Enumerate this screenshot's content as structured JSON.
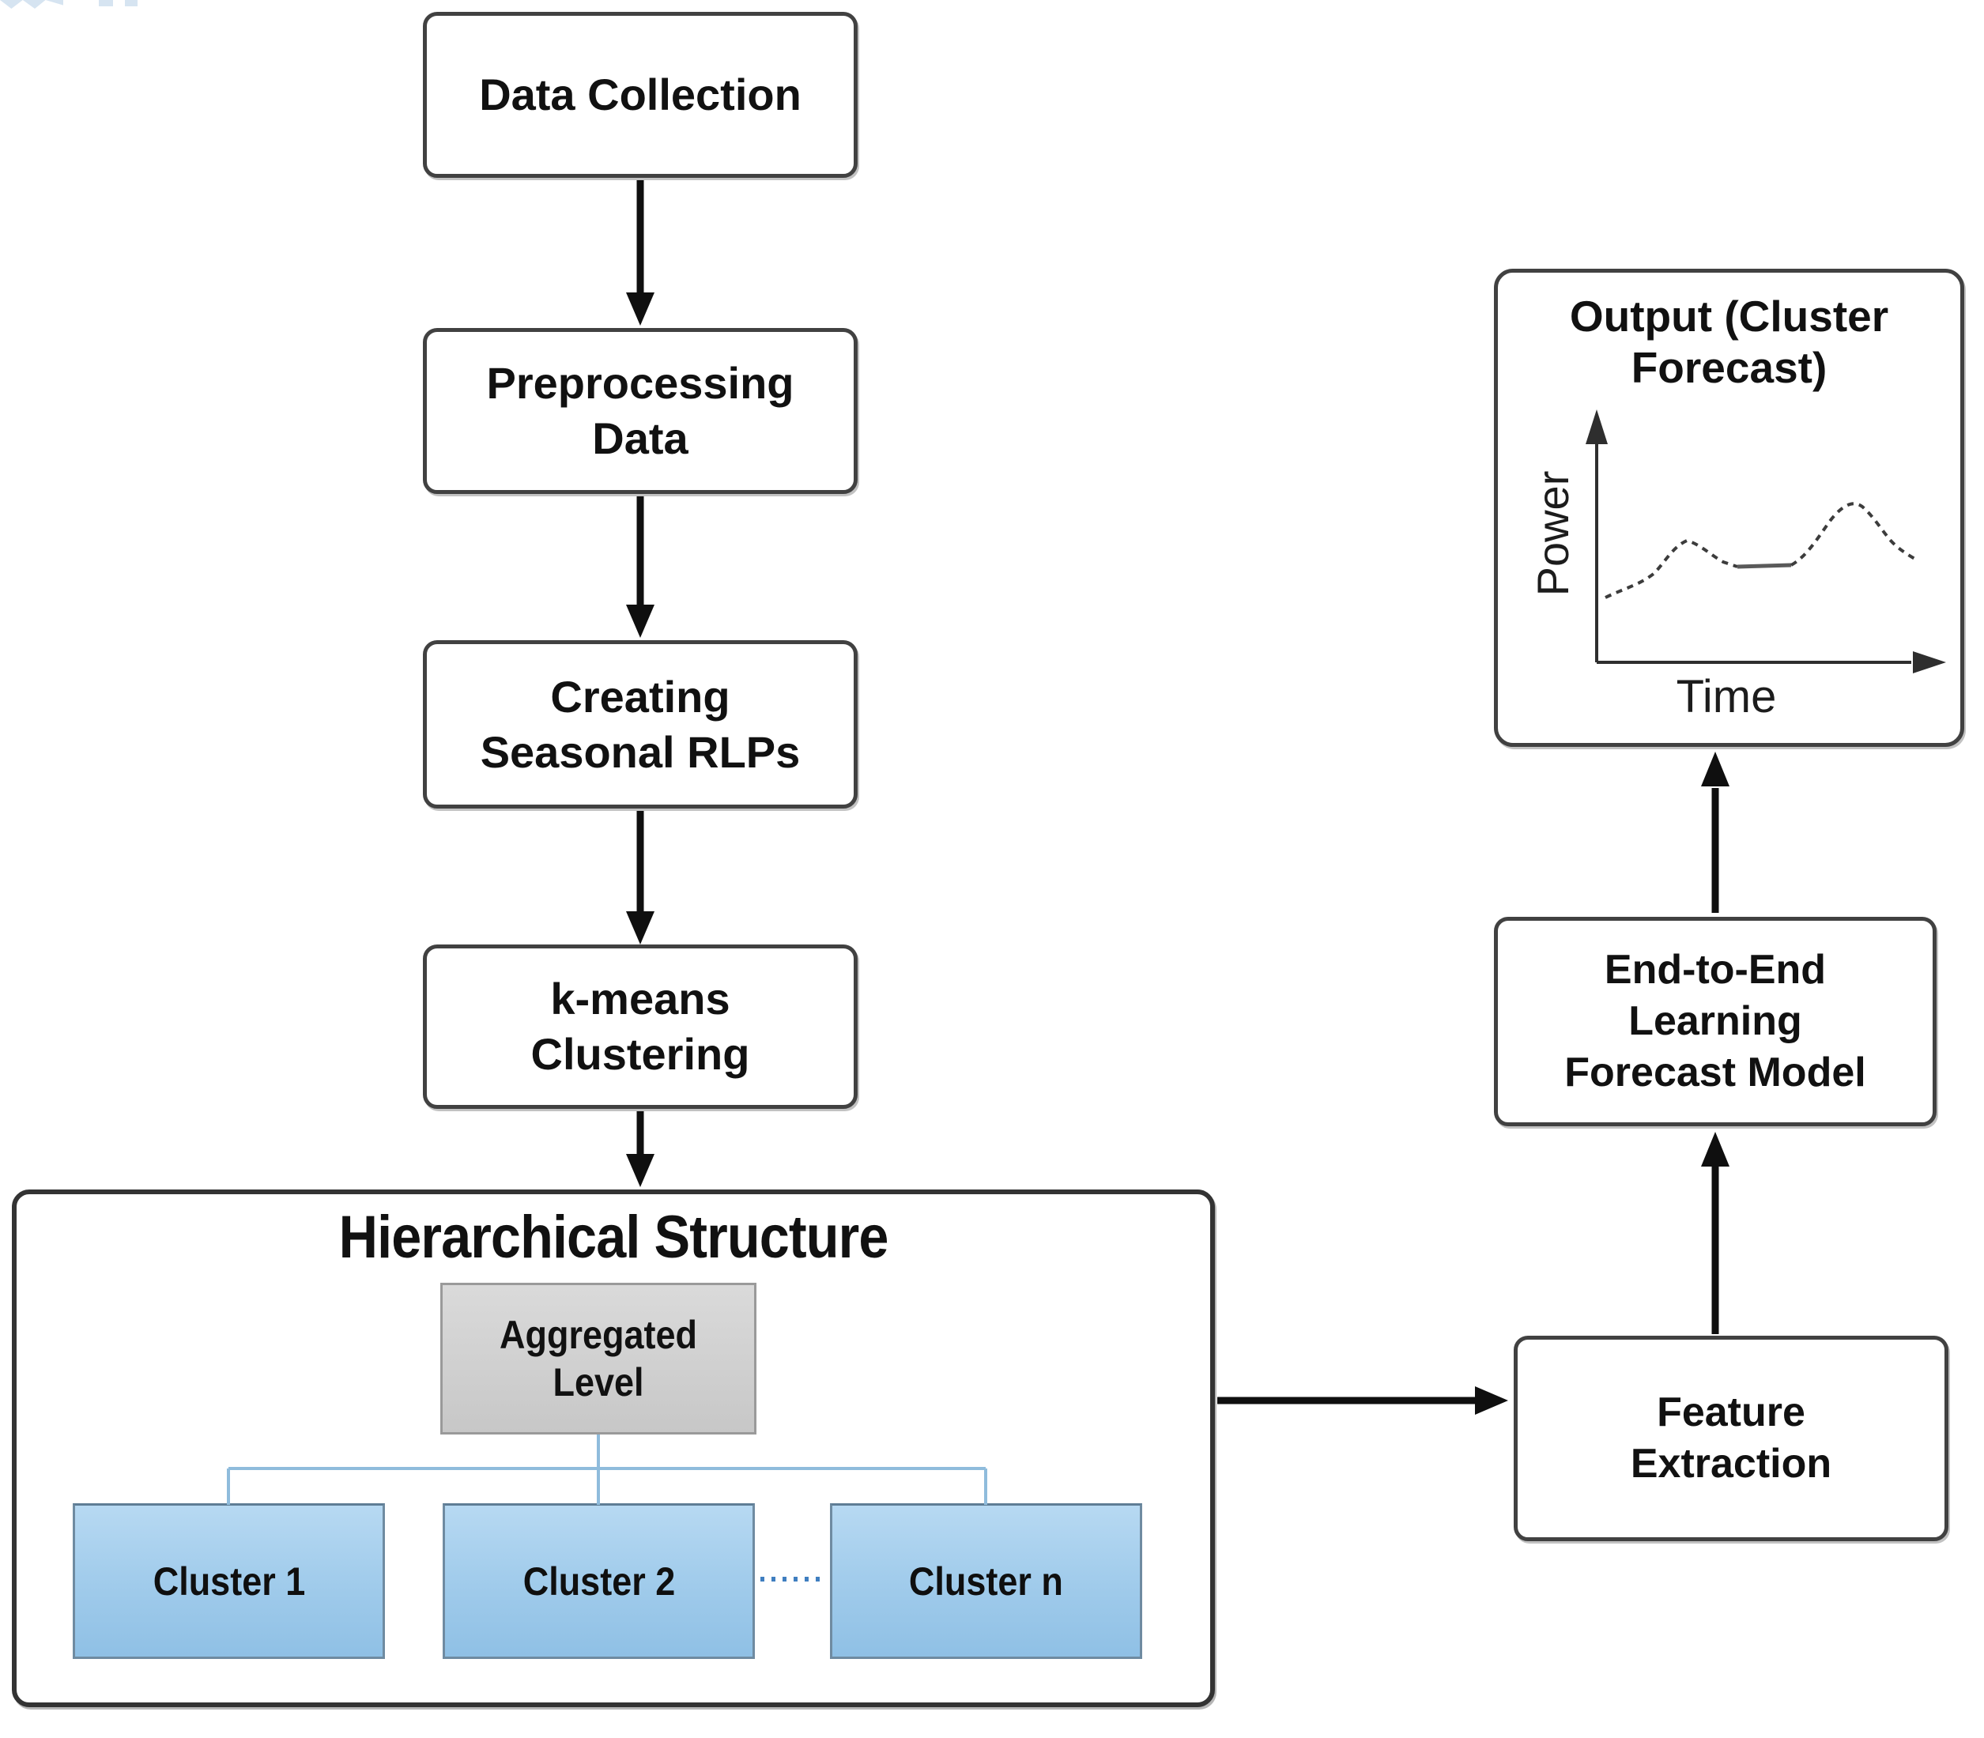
{
  "diagram": {
    "nodes": {
      "data_collection": "Data Collection",
      "preprocessing": "Preprocessing Data",
      "creating_rlps": "Creating Seasonal RLPs",
      "kmeans": "k-means Clustering",
      "end_to_end": "End-to-End Learning Forecast Model",
      "feature_extraction": "Feature Extraction"
    },
    "hierarchical": {
      "title": "Hierarchical Structure",
      "aggregated": "Aggregated Level",
      "clusters": [
        "Cluster 1",
        "Cluster 2",
        "Cluster n"
      ]
    },
    "output": {
      "title": "Output (Cluster Forecast)",
      "chart": {
        "type": "line",
        "xlabel": "Time",
        "ylabel": "Power",
        "style": "dashed sketch curve, no tick labels",
        "shape": "rises from low start to a small peak, dips to a flat plateau, rises to a higher second peak, then falls"
      }
    },
    "flow": [
      "Data Collection -> Preprocessing Data",
      "Preprocessing Data -> Creating Seasonal RLPs",
      "Creating Seasonal RLPs -> k-means Clustering",
      "k-means Clustering -> Hierarchical Structure",
      "Hierarchical Structure -> Feature Extraction",
      "Feature Extraction -> End-to-End Learning Forecast Model",
      "End-to-End Learning Forecast Model -> Output (Cluster Forecast)"
    ],
    "colors": {
      "node_border": "#414141",
      "cluster_fill_top": "#b7d9f2",
      "cluster_fill_bottom": "#8fc0e5",
      "cluster_border": "#6f8ba1",
      "aggregated_fill": "#d2d2d2",
      "aggregated_border": "#9a9a9a",
      "connector_blue": "#8fbcdc",
      "dotted_blue": "#3f7ec0",
      "arrow_black": "#0f0f0f"
    }
  }
}
